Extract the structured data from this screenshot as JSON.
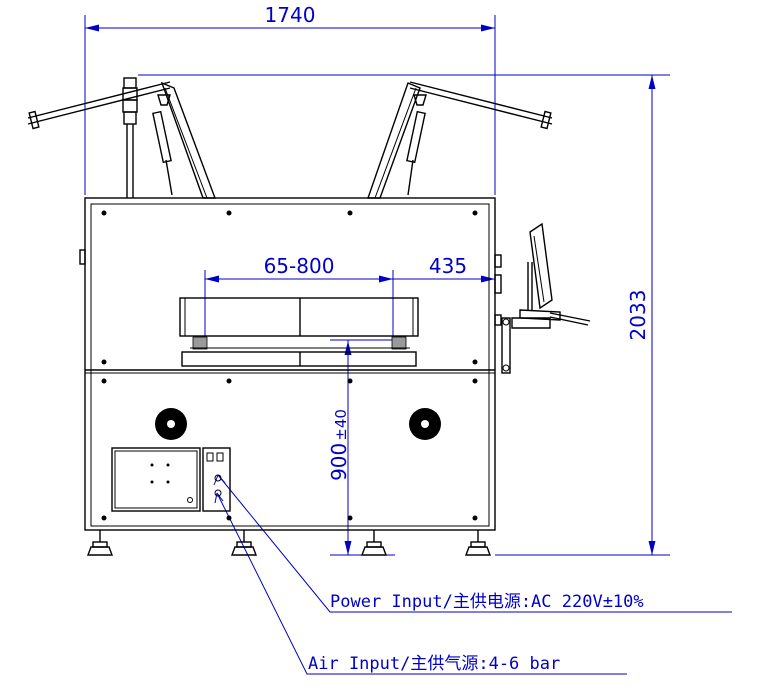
{
  "dimensions": {
    "overall_width": "1740",
    "overall_height": "2033",
    "working_width": "65-800",
    "offset": "435",
    "working_height_base": "900",
    "working_height_tol": "±40"
  },
  "callouts": {
    "power": "Power Input/主供电源:AC 220V±10%",
    "air": "Air Input/主供气源:4-6 bar"
  },
  "colors": {
    "dimension_blue": "#0000c8",
    "outline_black": "#000000",
    "pad_gray": "#9a9a9a"
  }
}
